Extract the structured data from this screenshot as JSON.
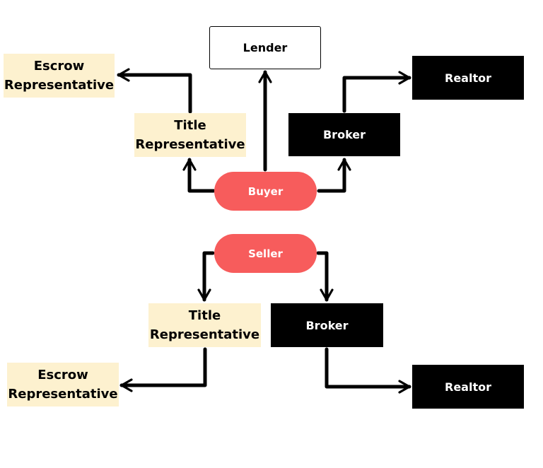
{
  "diagram": {
    "buyer_flow": {
      "buyer": "Buyer",
      "lender": "Lender",
      "title_line1": "Title",
      "title_line2": "Representative",
      "escrow_line1": "Escrow",
      "escrow_line2": "Representative",
      "broker": "Broker",
      "realtor": "Realtor"
    },
    "seller_flow": {
      "seller": "Seller",
      "title_line1": "Title",
      "title_line2": "Representative",
      "escrow_line1": "Escrow",
      "escrow_line2": "Representative",
      "broker": "Broker",
      "realtor": "Realtor"
    },
    "colors": {
      "pill": "#f75c5c",
      "cream": "#fdf1cf",
      "black": "#000000",
      "arrow": "#000000"
    }
  }
}
